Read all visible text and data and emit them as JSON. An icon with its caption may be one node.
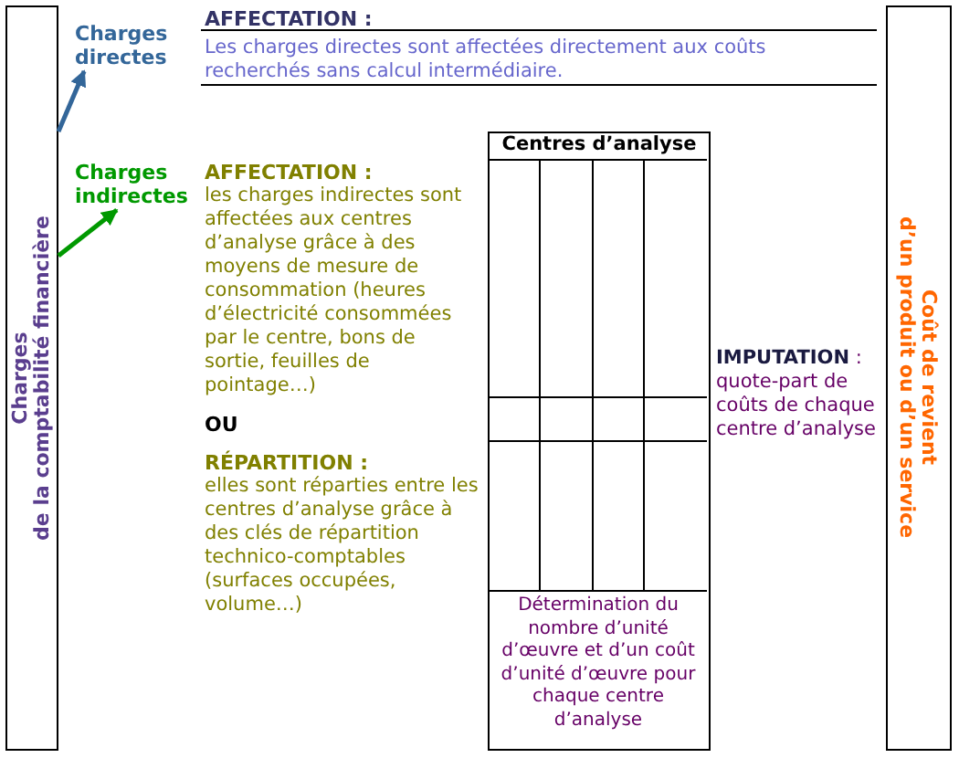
{
  "diagram": {
    "nodes": [
      {
        "text": [
          "Charges",
          "de la comptabilité financière"
        ]
      },
      {
        "text": [
          "Charges directes"
        ]
      },
      {
        "text": [
          "Charges indirectes"
        ]
      },
      {
        "text": [
          "Centres d’analyse",
          "Détermination du nombre d’unité d’œuvre et d’un coût d’unité d’œuvre pour chaque centre d’analyse"
        ]
      },
      {
        "text": [
          "Coût de revient",
          "d’un produit ou d’un service"
        ]
      }
    ],
    "edges": [
      {
        "from": 0,
        "to": 1,
        "arrow": "to",
        "color": "#336699"
      },
      {
        "from": 0,
        "to": 2,
        "arrow": "to",
        "color": "#009900"
      }
    ],
    "labels": [
      "AFFECTATION :",
      "Les charges directes sont affectées directement aux coûts recherchés sans calcul intermédiaire.",
      "AFFECTATION :",
      "les charges indirectes sont affectées aux centres d’analyse grâce à des moyens de mesure de consommation (heures d’électricité consommées par le centre, bons de sortie, feuilles de pointage…)",
      "OU",
      "RÉPARTITION :",
      "elles sont réparties entre les centres d’analyse grâce à des clés de répartition technico-comptables (surfaces occupées, volume…)",
      "**IMPUTATION** :",
      "quote-part de coûts de chaque centre d’analyse"
    ]
  }
}
